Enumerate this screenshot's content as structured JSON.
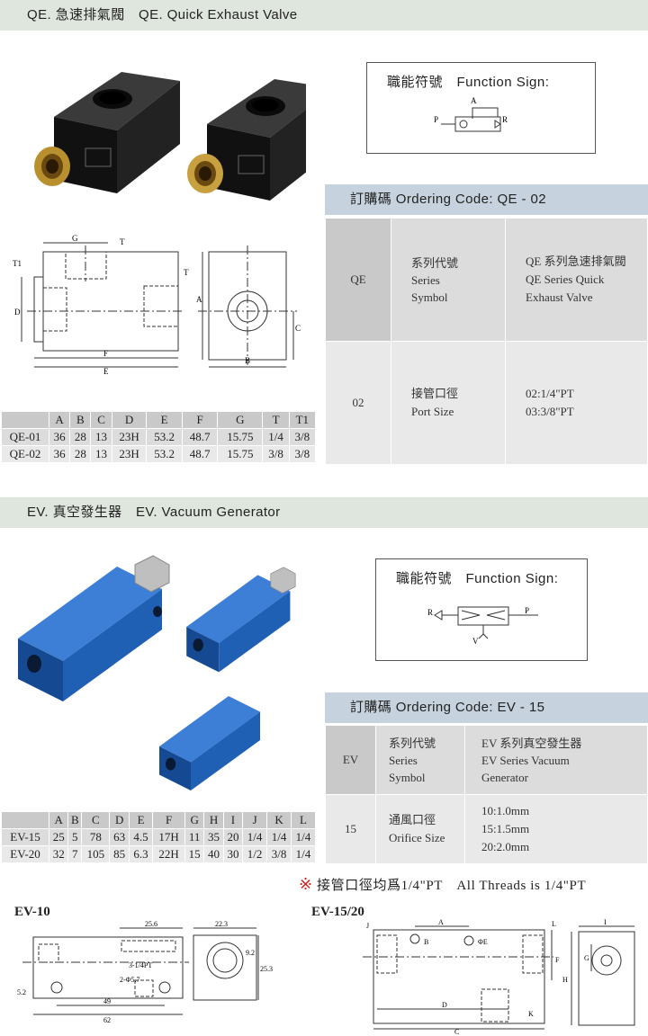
{
  "qe": {
    "header": "QE. 急速排氣閥　QE. Quick Exhaust Valve",
    "function_sign": "職能符號　Function Sign:",
    "symbol_labels": {
      "p": "P",
      "a": "A",
      "r": "R"
    },
    "ordering_title": "訂購碼 Ordering Code: QE - 02",
    "ordering": [
      {
        "code": "QE",
        "name": [
          "系列代號",
          "Series",
          "Symbol"
        ],
        "desc": [
          "QE 系列急速排氣閥",
          "QE Series Quick",
          "Exhaust Valve"
        ]
      },
      {
        "code": "02",
        "name": [
          "接管口徑",
          "Port Size"
        ],
        "desc": [
          "02:1/4\"PT",
          "03:3/8\"PT"
        ]
      }
    ],
    "drawing_labels": {
      "g": "G",
      "t": "T",
      "t1": "T1",
      "d": "D",
      "f": "F",
      "e": "E",
      "a": "A",
      "b": "B",
      "c": "C"
    },
    "dim_table": {
      "headers": [
        "",
        "A",
        "B",
        "C",
        "D",
        "E",
        "F",
        "G",
        "T",
        "T1"
      ],
      "rows": [
        [
          "QE-01",
          "36",
          "28",
          "13",
          "23H",
          "53.2",
          "48.7",
          "15.75",
          "1/4",
          "3/8"
        ],
        [
          "QE-02",
          "36",
          "28",
          "13",
          "23H",
          "53.2",
          "48.7",
          "15.75",
          "3/8",
          "3/8"
        ]
      ]
    }
  },
  "ev": {
    "header": "EV. 真空發生器　EV. Vacuum Generator",
    "function_sign": "職能符號　Function Sign:",
    "symbol_labels": {
      "r": "R",
      "p": "P",
      "v": "V"
    },
    "ordering_title": "訂購碼 Ordering Code:  EV - 15",
    "ordering": [
      {
        "code": "EV",
        "name": [
          "系列代號",
          "Series",
          "Symbol"
        ],
        "desc": [
          "EV 系列真空發生器",
          "EV Series Vacuum",
          "Generator"
        ]
      },
      {
        "code": "15",
        "name": [
          "通風口徑",
          "Orifice Size"
        ],
        "desc": [
          "10:1.0mm",
          "15:1.5mm",
          "20:2.0mm"
        ]
      }
    ],
    "dim_table": {
      "headers": [
        "",
        "A",
        "B",
        "C",
        "D",
        "E",
        "F",
        "G",
        "H",
        "I",
        "J",
        "K",
        "L"
      ],
      "rows": [
        [
          "EV-15",
          "25",
          "5",
          "78",
          "63",
          "4.5",
          "17H",
          "11",
          "35",
          "20",
          "1/4",
          "1/4",
          "1/4"
        ],
        [
          "EV-20",
          "32",
          "7",
          "105",
          "85",
          "6.3",
          "22H",
          "15",
          "40",
          "30",
          "1/2",
          "3/8",
          "1/4"
        ]
      ]
    },
    "note_mark": "※",
    "note": "接管口徑均爲1/4\"PT　All Threads is 1/4\"PT",
    "ev10": {
      "title": "EV-10",
      "labels": {
        "d1": "25.6",
        "d2": "22.3",
        "d3": "3-1/4PT",
        "d4": "2-Φ5.7",
        "d5": "9.2",
        "d6": "25.3",
        "d7": "5.2",
        "d8": "49",
        "d9": "62"
      }
    },
    "ev1520": {
      "title": "EV-15/20",
      "labels": {
        "j": "J",
        "a": "A",
        "b": "B",
        "e": "ΦE",
        "l": "L",
        "f": "F",
        "i": "I",
        "g": "G",
        "h": "H",
        "d": "D",
        "k": "K",
        "c": "C"
      }
    }
  },
  "colors": {
    "section_bar": "#dfe6de",
    "ordering_bar": "#c6d3de",
    "table_dark": "#c9c9c9",
    "table_light": "#e6e6e6",
    "qe_body": "#1c1c1c",
    "brass": "#c8a040",
    "ev_body": "#1f5fb4",
    "note_mark": "#d02020"
  }
}
